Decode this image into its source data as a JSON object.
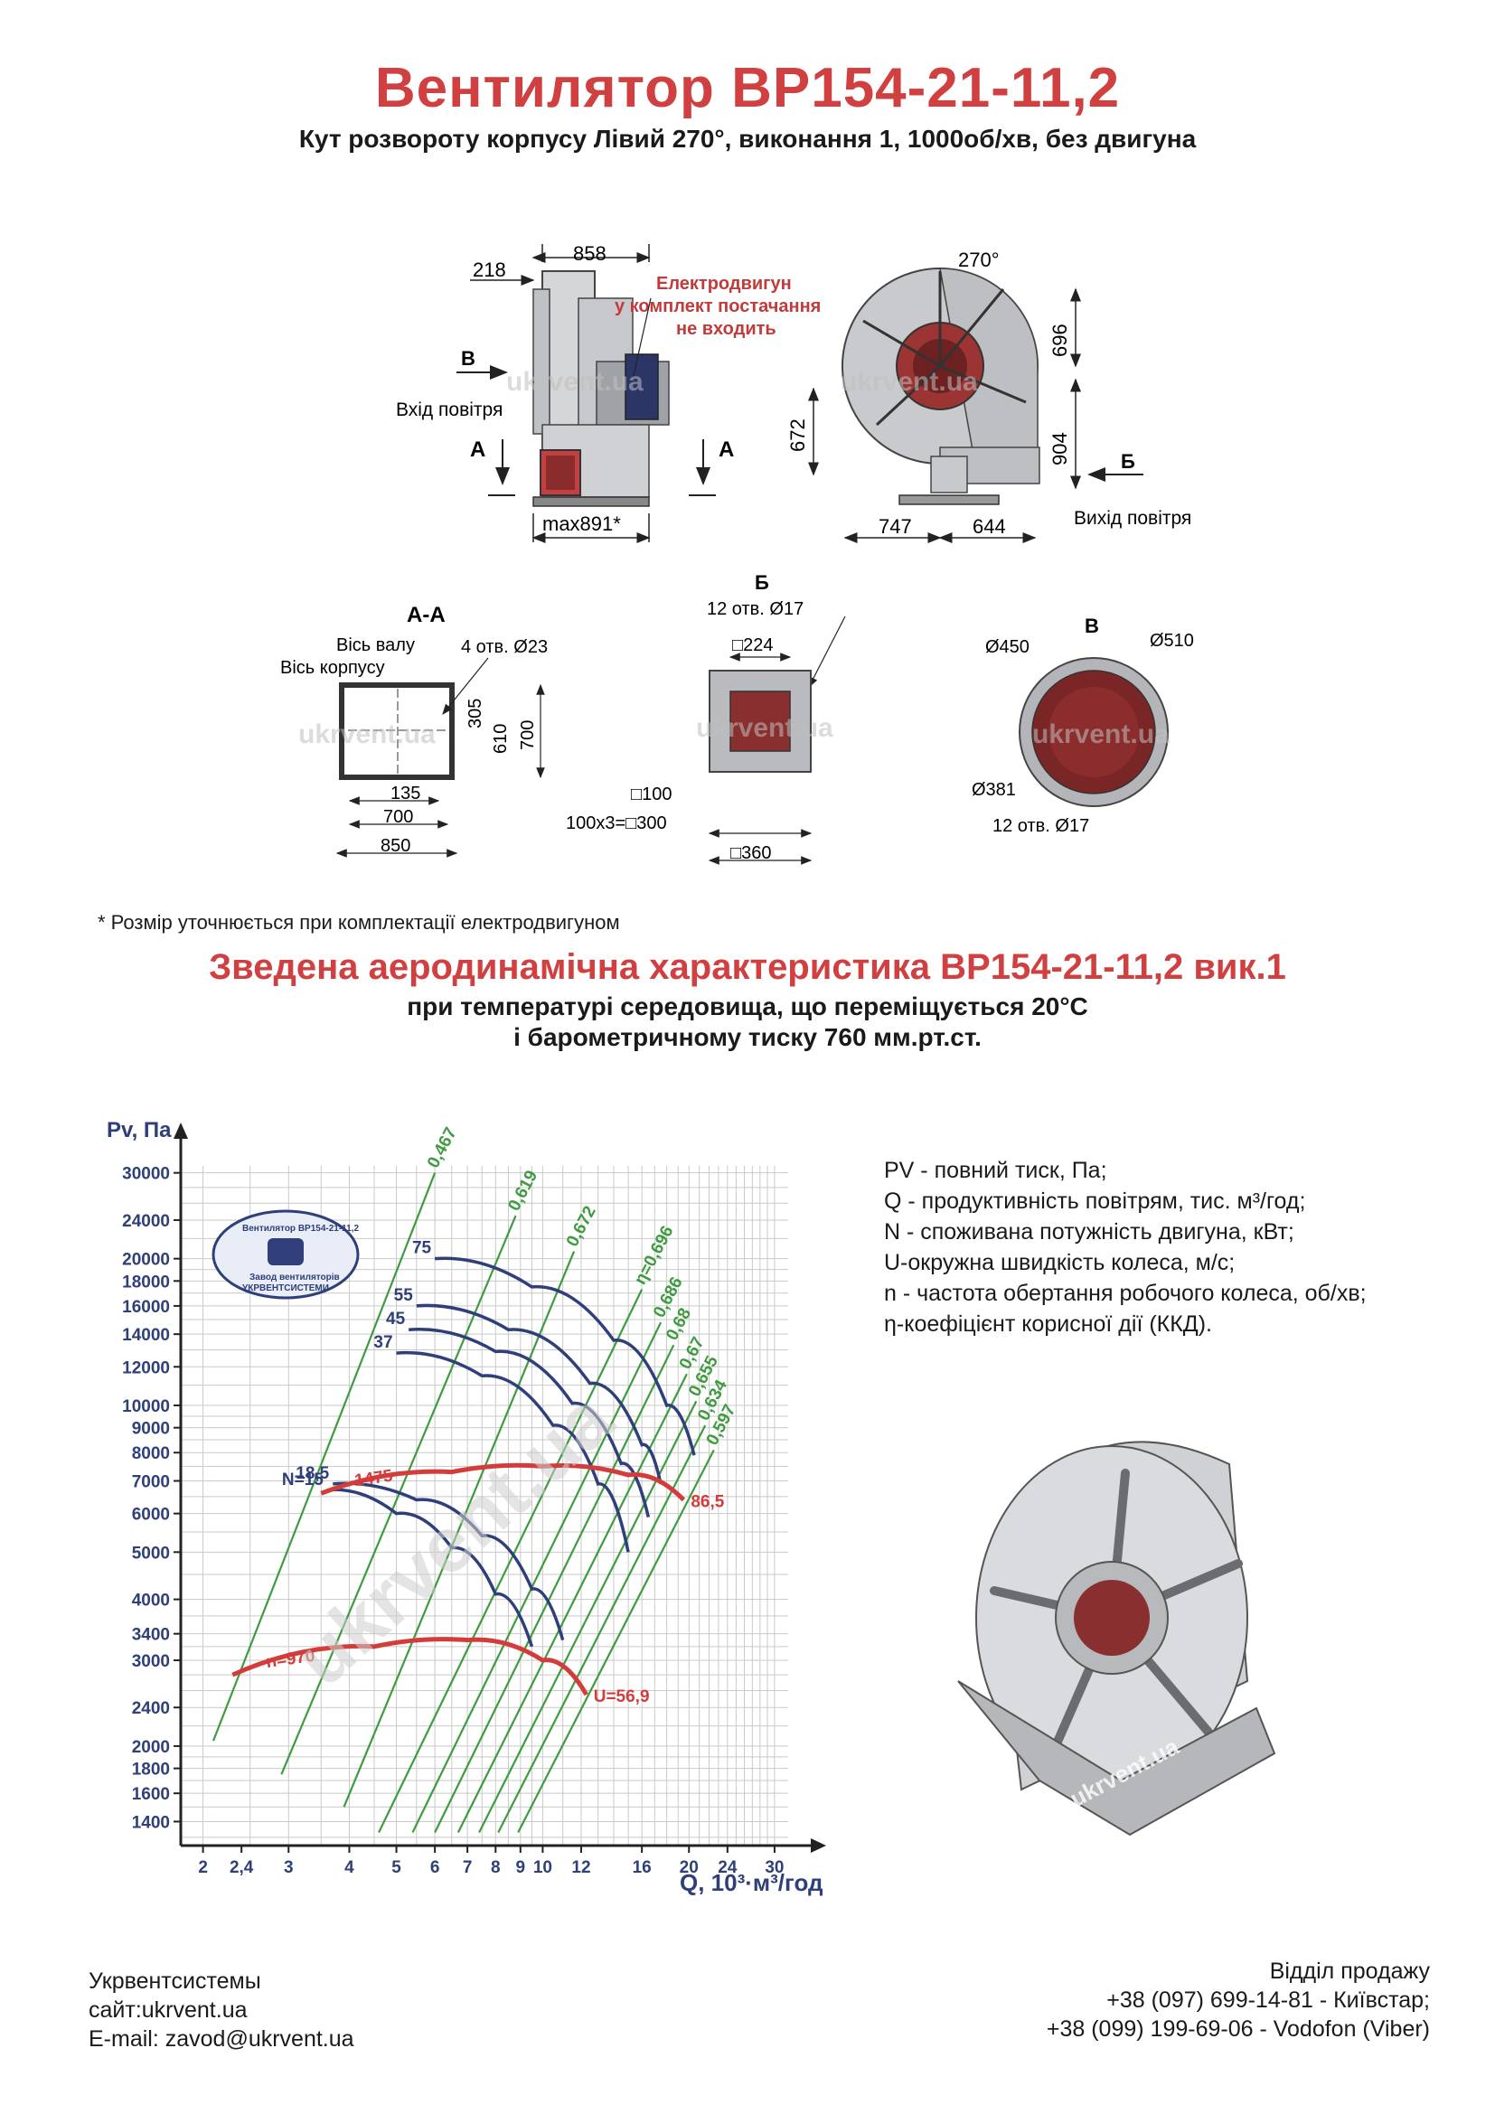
{
  "header": {
    "title": "Вентилятор ВР154-21-11,2",
    "subtitle": "Кут розвороту корпусу Лівий 270°, виконання 1, 1000об/хв, без двигуна"
  },
  "drawing": {
    "side_view": {
      "dim_top": "858",
      "dim_left": "218",
      "dim_bottom": "max891*",
      "motor_note": [
        "Електродвигун",
        "у комплект постачання",
        "не входить"
      ],
      "arrow_b": "В",
      "inlet_label": "Вхід повітря",
      "section_a_left": "А",
      "section_a_right": "А"
    },
    "front_view": {
      "angle": "270°",
      "dim_696": "696",
      "dim_672": "672",
      "dim_904": "904",
      "dim_747": "747",
      "dim_644": "644",
      "arrow_b": "Б",
      "outlet_label": "Вихід повітря"
    },
    "section_aa": {
      "title": "А-А",
      "shaft_axis": "Вісь валу",
      "body_axis": "Вісь корпусу",
      "holes": "4 отв. Ø23",
      "d305": "305",
      "d610": "610",
      "d700v": "700",
      "d135": "135",
      "d700": "700",
      "d850": "850"
    },
    "view_b_outlet": {
      "title": "Б",
      "holes": "12 отв. Ø17",
      "d224": "□224",
      "d100": "□100",
      "d300": "100х3=□300",
      "d360": "□360"
    },
    "view_v_inlet": {
      "title": "В",
      "d450": "Ø450",
      "d510": "Ø510",
      "d381": "Ø381",
      "holes": "12 отв. Ø17"
    },
    "watermark": "ukrvent.ua"
  },
  "footnote": "* Розмір уточнюється при комплектації електродвигуном",
  "characteristic": {
    "title": "Зведена аеродинамічна характеристика ВР154-21-11,2 вик.1",
    "sub1": "при температурі середовища, що переміщується 20°С",
    "sub2": "і барометричному тиску 760 мм.рт.ст."
  },
  "chart_data": {
    "type": "line",
    "ylabel": "Pv, Па",
    "xlabel": "Q, 10³·м³/год",
    "x_scale": "log",
    "y_scale": "log",
    "xlim": [
      1.8,
      32
    ],
    "ylim": [
      1250,
      31000
    ],
    "x_ticks": [
      2,
      2.4,
      3,
      4,
      5,
      6,
      7,
      8,
      9,
      10,
      12,
      16,
      20,
      24,
      30
    ],
    "x_tick_labels": [
      "2",
      "2,4",
      "3",
      "4",
      "5",
      "6",
      "7",
      "8",
      "9",
      "10",
      "12",
      "16",
      "20",
      "24",
      "30"
    ],
    "y_ticks": [
      1400,
      1600,
      1800,
      2000,
      2400,
      3000,
      3400,
      4000,
      5000,
      6000,
      7000,
      8000,
      9000,
      10000,
      12000,
      14000,
      16000,
      18000,
      20000,
      24000,
      30000
    ],
    "grid": true,
    "power_curves": [
      {
        "label": "N=15",
        "points": [
          [
            3.6,
            6700
          ],
          [
            5.0,
            6000
          ],
          [
            6.5,
            5100
          ],
          [
            8.0,
            4100
          ],
          [
            9.5,
            3200
          ]
        ]
      },
      {
        "label": "18,5",
        "points": [
          [
            3.7,
            6900
          ],
          [
            5.5,
            6400
          ],
          [
            7.5,
            5400
          ],
          [
            9.5,
            4200
          ],
          [
            11.0,
            3300
          ]
        ]
      },
      {
        "label": "37",
        "points": [
          [
            5.0,
            12800
          ],
          [
            7.5,
            11500
          ],
          [
            10.5,
            9100
          ],
          [
            13.0,
            6900
          ],
          [
            15.0,
            5000
          ]
        ]
      },
      {
        "label": "45",
        "points": [
          [
            5.3,
            14300
          ],
          [
            8.0,
            12900
          ],
          [
            11.5,
            10100
          ],
          [
            14.5,
            7600
          ],
          [
            16.5,
            5900
          ]
        ]
      },
      {
        "label": "55",
        "points": [
          [
            5.5,
            16000
          ],
          [
            8.5,
            14300
          ],
          [
            12.5,
            11100
          ],
          [
            16.0,
            8300
          ],
          [
            17.5,
            6900
          ]
        ]
      },
      {
        "label": "75",
        "points": [
          [
            6.0,
            20000
          ],
          [
            9.5,
            17500
          ],
          [
            14.0,
            13600
          ],
          [
            18.0,
            10000
          ],
          [
            20.5,
            7900
          ]
        ]
      }
    ],
    "speed_curves": [
      {
        "label": "n=970",
        "points": [
          [
            2.3,
            2800
          ],
          [
            4.5,
            3200
          ],
          [
            7.0,
            3300
          ],
          [
            10.0,
            3000
          ],
          [
            12.3,
            2550
          ]
        ]
      },
      {
        "label": "1475",
        "points": [
          [
            3.5,
            6600
          ],
          [
            6.5,
            7300
          ],
          [
            10.0,
            7500
          ],
          [
            15.0,
            7200
          ],
          [
            19.5,
            6400
          ]
        ]
      }
    ],
    "speed_end_labels": [
      "U=56,9",
      "86,5"
    ],
    "efficiency_rays": [
      "0,467",
      "0,619",
      "0,672",
      "η=0,696",
      "0,686",
      "0,68",
      "0,67",
      "0,655",
      "0,634",
      "0,597"
    ],
    "watermark": "ukrvent.ua"
  },
  "legend": [
    "PV - повний тиск, Па;",
    "Q - продуктивність повітрям, тис. м³/год;",
    "N - споживана потужність двигуна, кВт;",
    "U-окружна швидкість колеса, м/с;",
    "n - частота обертання робочого колеса, об/хв;",
    "η-коефіцієнт корисної дії (ККД)."
  ],
  "render_watermark": "ukrvent.ua",
  "emblem_text": [
    "Вентилятор ВР154-21-11,2",
    "Завод вентиляторів",
    "УКРВЕНТСИСТЕМИ"
  ],
  "footer": {
    "company": "Укрвентсистемы",
    "site": "сайт:ukrvent.ua",
    "email": "E-mail: zavod@ukrvent.ua",
    "sales_title": "Відділ продажу",
    "phone1": "+38 (097) 699-14-81 - Київстар;",
    "phone2": "+38 (099) 199-69-06 - Vodofon (Viber)"
  },
  "colors": {
    "title_red": "#d04040",
    "power_blue": "#2e3f7a",
    "speed_red": "#d43c3c",
    "eff_green": "#3f9b3f",
    "grid": "#c9c9c9",
    "metal": "#b8babd",
    "flange_red": "#8a3030"
  }
}
